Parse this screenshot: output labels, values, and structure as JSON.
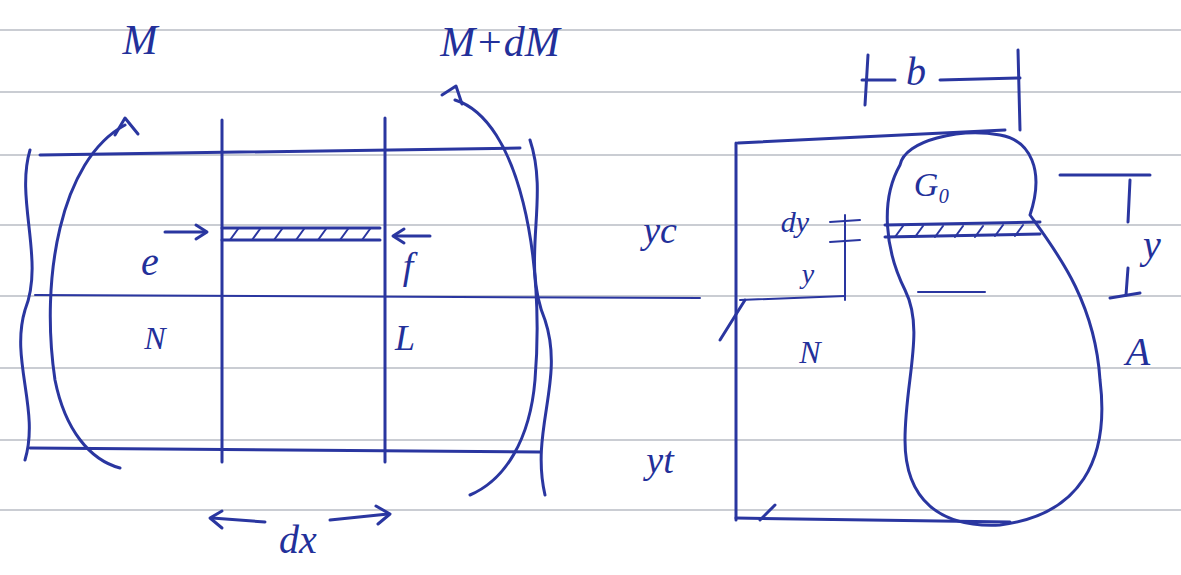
{
  "diagram": {
    "labels": [
      "M",
      "M+dM",
      "e",
      "f",
      "N",
      "L",
      "dx",
      "b",
      "G₀",
      "y",
      "A",
      "yc",
      "dy",
      "y",
      "N",
      "yt"
    ]
  }
}
